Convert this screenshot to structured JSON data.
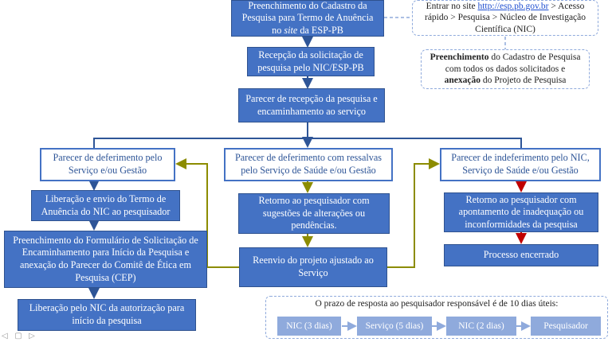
{
  "colors": {
    "primary": "#4472c4",
    "light": "#8faadc",
    "arrow_blue": "#2e5597",
    "arrow_green": "#8c8c00",
    "arrow_red": "#c00000"
  },
  "boxes": {
    "preenchimento_cadastro": {
      "line1": "Preenchimento do Cadastro da",
      "line2": "Pesquisa para Termo de Anuência",
      "line3_pre": "no ",
      "line3_em": "site",
      "line3_post": " da ESP-PB"
    },
    "recepcao": "Recepção da solicitação de pesquisa pelo NIC/ESP-PB",
    "parecer_recepcao": "Parecer de recepção da pesquisa e encaminhamento ao serviço",
    "deferimento": "Parecer de deferimento pelo Serviço e/ou Gestão",
    "deferimento_ressalvas": "Parecer de deferimento com ressalvas pelo Serviço de Saúde e/ou Gestão",
    "indeferimento": "Parecer de indeferimento pelo NIC, Serviço de Saúde e/ou Gestão",
    "liberacao_termo": "Liberação e envio do Termo de Anuência do NIC ao pesquisador",
    "preenchimento_formulario": "Preenchimento do Formulário de Solicitação de Encaminhamento para Início da Pesquisa e anexação do Parecer do Comitê de Ética em Pesquisa (CEP)",
    "liberacao_autorizacao": "Liberação pelo NIC da autorização para início da pesquisa",
    "retorno_sugestoes": "Retorno ao pesquisador com sugestões de alterações ou pendências.",
    "reenvio": "Reenvio do projeto ajustado ao Serviço",
    "retorno_inadequacao": "Retorno ao pesquisador com apontamento de inadequação ou inconformidades da pesquisa",
    "processo_encerrado": "Processo encerrado"
  },
  "notes": {
    "site": {
      "pre": "Entrar no site ",
      "link": "http://esp.pb.gov.br",
      "post": " > Acesso rápido > Pesquisa > Núcleo de Investigação Científica (NIC)"
    },
    "cadastro": {
      "bold1": "Preenchimento",
      "text1": " do Cadastro de Pesquisa com todos os dados solicitados e ",
      "bold2": "anexação",
      "text2": " do Projeto de Pesquisa"
    }
  },
  "timeline": {
    "title": "O prazo de resposta ao pesquisador responsável é de 10 dias úteis:",
    "steps": [
      "NIC (3 dias)",
      "Serviço (5 dias)",
      "NIC (2 dias)",
      "Pesquisador"
    ]
  }
}
